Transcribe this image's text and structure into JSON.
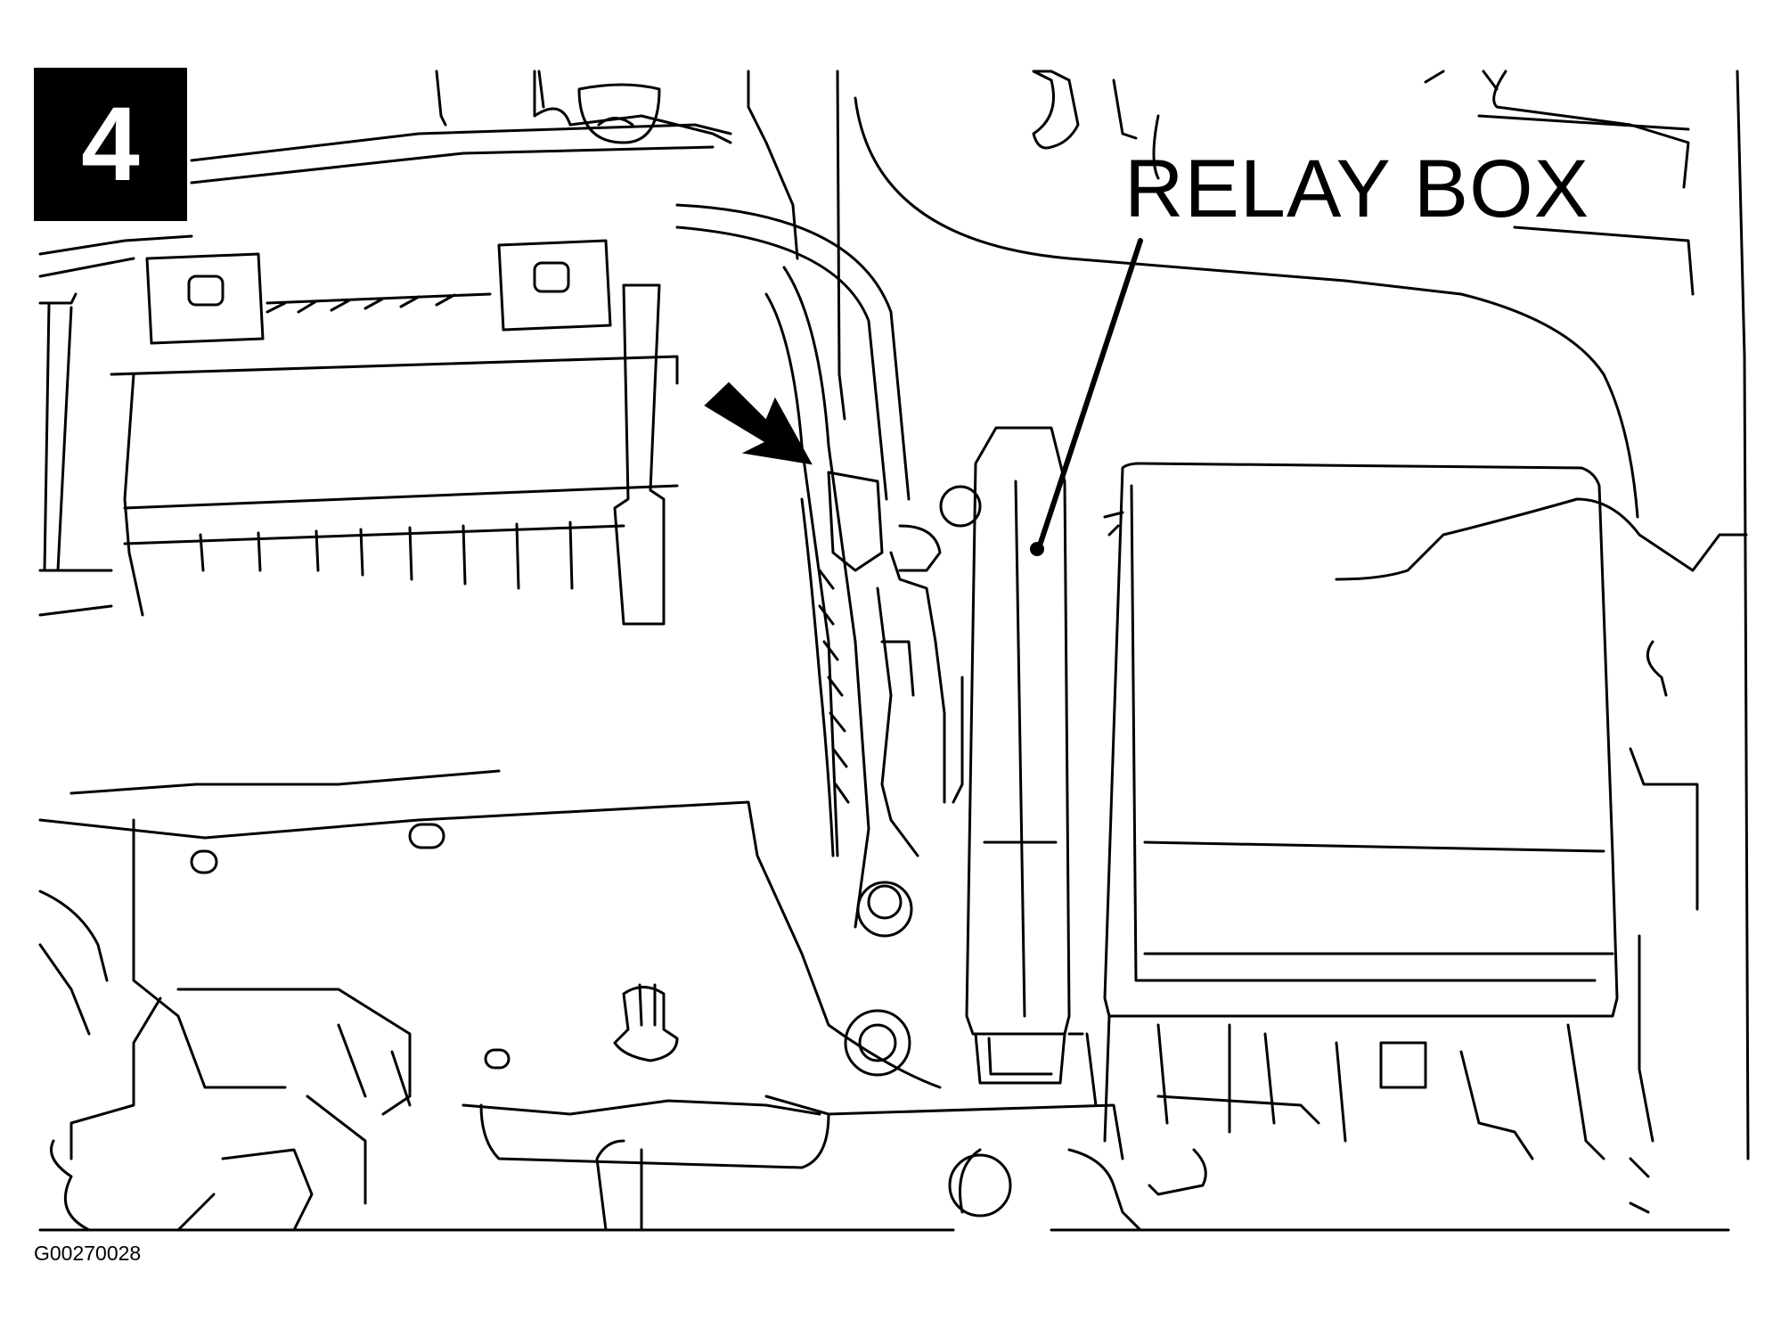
{
  "figure": {
    "step_number": "4",
    "callout_label": "RELAY BOX",
    "figure_id": "G00270028",
    "colors": {
      "line": "#000000",
      "background": "#ffffff",
      "badge_background": "#000000",
      "badge_text": "#ffffff"
    },
    "icons": [
      "arrow-pointer-icon"
    ]
  }
}
